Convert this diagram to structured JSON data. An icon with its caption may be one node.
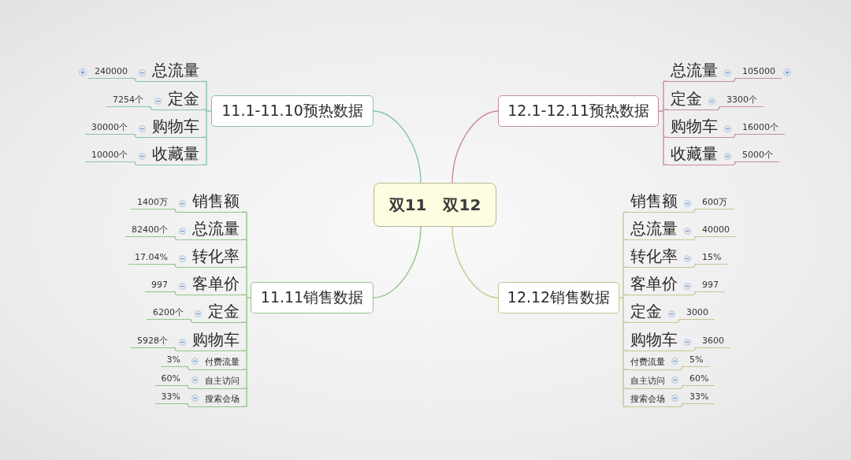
{
  "diagram": {
    "nodes": [
      {
        "text": [
          "双11 双12"
        ]
      },
      {
        "text": [
          "11.1-11.10预热数据"
        ]
      },
      {
        "text": [
          "总流量"
        ]
      },
      {
        "text": [
          "240000"
        ]
      },
      {
        "text": [
          "定金"
        ]
      },
      {
        "text": [
          "7254个"
        ]
      },
      {
        "text": [
          "购物车"
        ]
      },
      {
        "text": [
          "30000个"
        ]
      },
      {
        "text": [
          "收藏量"
        ]
      },
      {
        "text": [
          "10000个"
        ]
      },
      {
        "text": [
          "12.1-12.11预热数据"
        ]
      },
      {
        "text": [
          "总流量"
        ]
      },
      {
        "text": [
          "105000"
        ]
      },
      {
        "text": [
          "定金"
        ]
      },
      {
        "text": [
          "3300个"
        ]
      },
      {
        "text": [
          "购物车"
        ]
      },
      {
        "text": [
          "16000个"
        ]
      },
      {
        "text": [
          "收藏量"
        ]
      },
      {
        "text": [
          "5000个"
        ]
      },
      {
        "text": [
          "11.11销售数据"
        ]
      },
      {
        "text": [
          "销售额"
        ]
      },
      {
        "text": [
          "1400万"
        ]
      },
      {
        "text": [
          "总流量"
        ]
      },
      {
        "text": [
          "82400个"
        ]
      },
      {
        "text": [
          "转化率"
        ]
      },
      {
        "text": [
          "17.04%"
        ]
      },
      {
        "text": [
          "客单价"
        ]
      },
      {
        "text": [
          "997"
        ]
      },
      {
        "text": [
          "定金"
        ]
      },
      {
        "text": [
          "6200个"
        ]
      },
      {
        "text": [
          "购物车"
        ]
      },
      {
        "text": [
          "5928个"
        ]
      },
      {
        "text": [
          "付费流量"
        ]
      },
      {
        "text": [
          "3%"
        ]
      },
      {
        "text": [
          "自主访问"
        ]
      },
      {
        "text": [
          "60%"
        ]
      },
      {
        "text": [
          "搜索会场"
        ]
      },
      {
        "text": [
          "33%"
        ]
      },
      {
        "text": [
          "12.12销售数据"
        ]
      },
      {
        "text": [
          "销售额"
        ]
      },
      {
        "text": [
          "600万"
        ]
      },
      {
        "text": [
          "总流量"
        ]
      },
      {
        "text": [
          "40000"
        ]
      },
      {
        "text": [
          "转化率"
        ]
      },
      {
        "text": [
          "15%"
        ]
      },
      {
        "text": [
          "客单价"
        ]
      },
      {
        "text": [
          "997"
        ]
      },
      {
        "text": [
          "定金"
        ]
      },
      {
        "text": [
          "3000"
        ]
      },
      {
        "text": [
          "购物车"
        ]
      },
      {
        "text": [
          "3600"
        ]
      },
      {
        "text": [
          "付费流量"
        ]
      },
      {
        "text": [
          "5%"
        ]
      },
      {
        "text": [
          "自主访问"
        ]
      },
      {
        "text": [
          "60%"
        ]
      },
      {
        "text": [
          "搜索会场"
        ]
      },
      {
        "text": [
          "33%"
        ]
      }
    ],
    "edges": [
      {
        "from": 0,
        "to": 1,
        "arrow": "none",
        "color": "#86c2ae"
      },
      {
        "from": 0,
        "to": 10,
        "arrow": "none",
        "color": "#c98c98"
      },
      {
        "from": 0,
        "to": 19,
        "arrow": "none",
        "color": "#94c488"
      },
      {
        "from": 0,
        "to": 38,
        "arrow": "none",
        "color": "#c9c590"
      },
      {
        "from": 1,
        "to": 2,
        "arrow": "none",
        "color": "#86c2ae"
      },
      {
        "from": 2,
        "to": 3,
        "arrow": "none",
        "color": "#86c2ae"
      },
      {
        "from": 1,
        "to": 4,
        "arrow": "none",
        "color": "#86c2ae"
      },
      {
        "from": 4,
        "to": 5,
        "arrow": "none",
        "color": "#86c2ae"
      },
      {
        "from": 1,
        "to": 6,
        "arrow": "none",
        "color": "#86c2ae"
      },
      {
        "from": 6,
        "to": 7,
        "arrow": "none",
        "color": "#86c2ae"
      },
      {
        "from": 1,
        "to": 8,
        "arrow": "none",
        "color": "#86c2ae"
      },
      {
        "from": 8,
        "to": 9,
        "arrow": "none",
        "color": "#86c2ae"
      },
      {
        "from": 10,
        "to": 11,
        "arrow": "none",
        "color": "#c98c98"
      },
      {
        "from": 11,
        "to": 12,
        "arrow": "none",
        "color": "#c98c98"
      },
      {
        "from": 10,
        "to": 13,
        "arrow": "none",
        "color": "#c98c98"
      },
      {
        "from": 13,
        "to": 14,
        "arrow": "none",
        "color": "#c98c98"
      },
      {
        "from": 10,
        "to": 15,
        "arrow": "none",
        "color": "#c98c98"
      },
      {
        "from": 15,
        "to": 16,
        "arrow": "none",
        "color": "#c98c98"
      },
      {
        "from": 10,
        "to": 17,
        "arrow": "none",
        "color": "#c98c98"
      },
      {
        "from": 17,
        "to": 18,
        "arrow": "none",
        "color": "#c98c98"
      },
      {
        "from": 19,
        "to": 20,
        "arrow": "none",
        "color": "#94c488"
      },
      {
        "from": 20,
        "to": 21,
        "arrow": "none",
        "color": "#94c488"
      },
      {
        "from": 19,
        "to": 22,
        "arrow": "none",
        "color": "#94c488"
      },
      {
        "from": 22,
        "to": 23,
        "arrow": "none",
        "color": "#94c488"
      },
      {
        "from": 19,
        "to": 24,
        "arrow": "none",
        "color": "#94c488"
      },
      {
        "from": 24,
        "to": 25,
        "arrow": "none",
        "color": "#94c488"
      },
      {
        "from": 19,
        "to": 26,
        "arrow": "none",
        "color": "#94c488"
      },
      {
        "from": 26,
        "to": 27,
        "arrow": "none",
        "color": "#94c488"
      },
      {
        "from": 19,
        "to": 28,
        "arrow": "none",
        "color": "#94c488"
      },
      {
        "from": 28,
        "to": 29,
        "arrow": "none",
        "color": "#94c488"
      },
      {
        "from": 19,
        "to": 30,
        "arrow": "none",
        "color": "#94c488"
      },
      {
        "from": 30,
        "to": 31,
        "arrow": "none",
        "color": "#94c488"
      },
      {
        "from": 19,
        "to": 32,
        "arrow": "none",
        "color": "#94c488"
      },
      {
        "from": 32,
        "to": 33,
        "arrow": "none",
        "color": "#94c488"
      },
      {
        "from": 19,
        "to": 34,
        "arrow": "none",
        "color": "#94c488"
      },
      {
        "from": 34,
        "to": 35,
        "arrow": "none",
        "color": "#94c488"
      },
      {
        "from": 19,
        "to": 36,
        "arrow": "none",
        "color": "#94c488"
      },
      {
        "from": 36,
        "to": 37,
        "arrow": "none",
        "color": "#94c488"
      },
      {
        "from": 38,
        "to": 39,
        "arrow": "none",
        "color": "#c9c590"
      },
      {
        "from": 39,
        "to": 40,
        "arrow": "none",
        "color": "#c9c590"
      },
      {
        "from": 38,
        "to": 41,
        "arrow": "none",
        "color": "#c9c590"
      },
      {
        "from": 41,
        "to": 42,
        "arrow": "none",
        "color": "#c9c590"
      },
      {
        "from": 38,
        "to": 43,
        "arrow": "none",
        "color": "#c9c590"
      },
      {
        "from": 43,
        "to": 44,
        "arrow": "none",
        "color": "#c9c590"
      },
      {
        "from": 38,
        "to": 45,
        "arrow": "none",
        "color": "#c9c590"
      },
      {
        "from": 45,
        "to": 46,
        "arrow": "none",
        "color": "#c9c590"
      },
      {
        "from": 38,
        "to": 47,
        "arrow": "none",
        "color": "#c9c590"
      },
      {
        "from": 47,
        "to": 48,
        "arrow": "none",
        "color": "#c9c590"
      },
      {
        "from": 38,
        "to": 49,
        "arrow": "none",
        "color": "#c9c590"
      },
      {
        "from": 49,
        "to": 50,
        "arrow": "none",
        "color": "#c9c590"
      },
      {
        "from": 38,
        "to": 51,
        "arrow": "none",
        "color": "#c9c590"
      },
      {
        "from": 51,
        "to": 52,
        "arrow": "none",
        "color": "#c9c590"
      },
      {
        "from": 38,
        "to": 53,
        "arrow": "none",
        "color": "#c9c590"
      },
      {
        "from": 53,
        "to": 54,
        "arrow": "none",
        "color": "#c9c590"
      },
      {
        "from": 38,
        "to": 55,
        "arrow": "none",
        "color": "#c9c590"
      },
      {
        "from": 55,
        "to": 56,
        "arrow": "none",
        "color": "#c9c590"
      }
    ]
  }
}
